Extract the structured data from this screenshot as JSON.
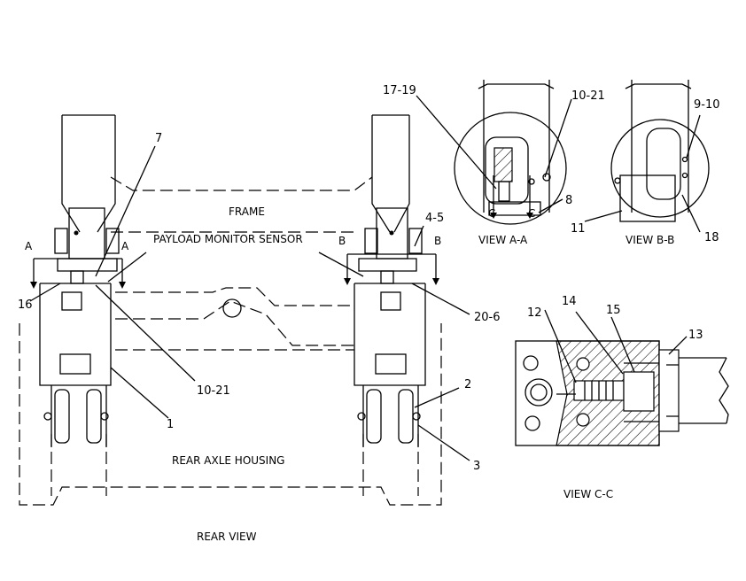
{
  "labels": {
    "frame": "FRAME",
    "payload_monitor_sensor": "PAYLOAD MONITOR SENSOR",
    "rear_axle_housing": "REAR AXLE HOUSING",
    "rear_view": "REAR VIEW",
    "view_aa": "VIEW A-A",
    "view_bb": "VIEW B-B",
    "view_cc": "VIEW C-C"
  },
  "section_marks": {
    "a": "A",
    "b": "B",
    "c": "C"
  },
  "callouts": {
    "c7": "7",
    "c16": "16",
    "c10_21_main": "10-21",
    "c1": "1",
    "c4_5": "4-5",
    "c20_6": "20-6",
    "c2": "2",
    "c3": "3",
    "c17_19": "17-19",
    "c10_21_aa": "10-21",
    "c8": "8",
    "c9_10": "9-10",
    "c11": "11",
    "c18": "18",
    "c12": "12",
    "c14": "14",
    "c15": "15",
    "c13": "13"
  }
}
